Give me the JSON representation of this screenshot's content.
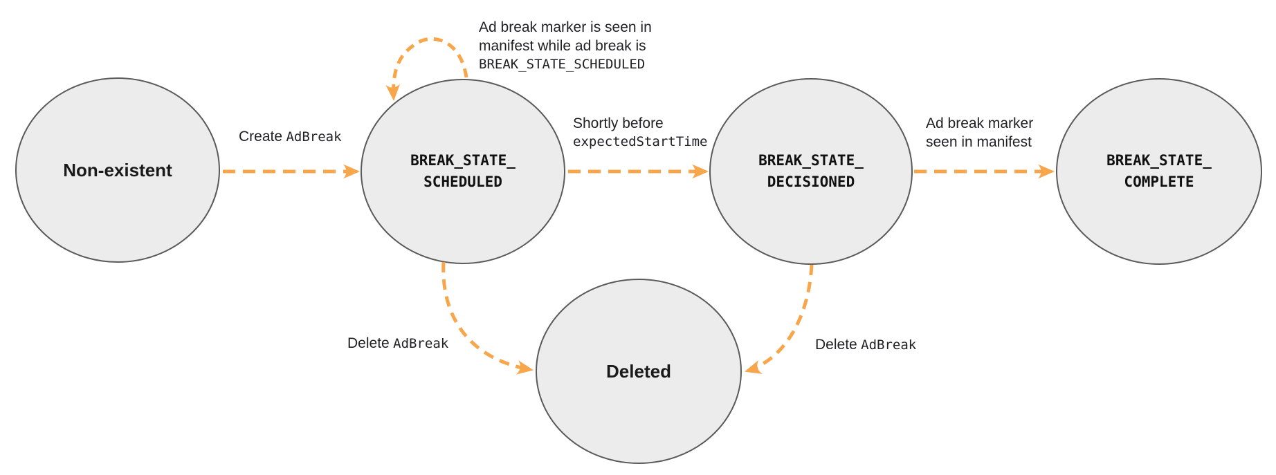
{
  "colors": {
    "background": "#ffffff",
    "arrow_orange": "#F7A64C",
    "node_fill": "#ECECEC",
    "node_stroke": "#5A5A5B",
    "text": "#202124"
  },
  "nodes": {
    "non_existent": {
      "label": "Non-existent"
    },
    "scheduled": {
      "line1": "BREAK_STATE_",
      "line2": "SCHEDULED"
    },
    "decisioned": {
      "line1": "BREAK_STATE_",
      "line2": "DECISIONED"
    },
    "complete": {
      "line1": "BREAK_STATE_",
      "line2": "COMPLETE"
    },
    "deleted": {
      "label": "Deleted"
    }
  },
  "edges": {
    "create": {
      "text": "Create",
      "code": "AdBreak"
    },
    "self_loop": {
      "line1": "Ad break marker is seen in",
      "line2": "manifest while ad break is",
      "code": "BREAK_STATE_SCHEDULED"
    },
    "to_decisioned": {
      "text": "Shortly before",
      "code": "expectedStartTime"
    },
    "to_complete": {
      "line1": "Ad break marker",
      "line2": "seen in manifest"
    },
    "delete_from_scheduled": {
      "text": "Delete",
      "code": "AdBreak"
    },
    "delete_from_decisioned": {
      "text": "Delete",
      "code": "AdBreak"
    }
  }
}
